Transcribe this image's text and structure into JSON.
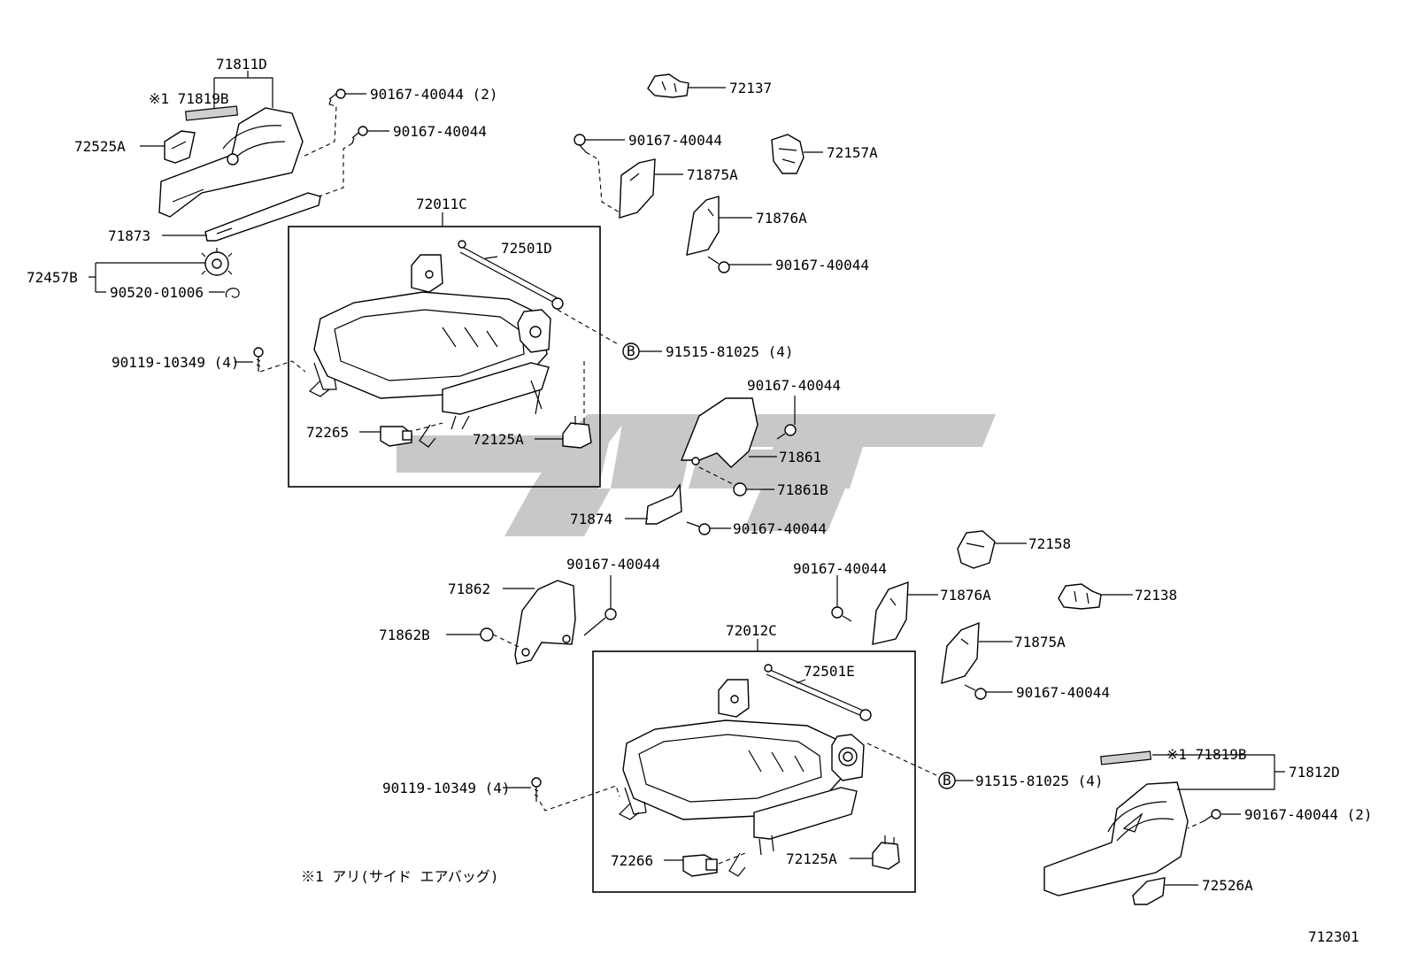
{
  "labels": {
    "p71811D": "71811D",
    "p71819B_top": "※1 71819B",
    "p72525A": "72525A",
    "p90167_top2": "90167-40044 (2)",
    "p90167_top": "90167-40044",
    "p71873": "71873",
    "p72457B": "72457B",
    "p90520": "90520-01006",
    "p90119_a": "90119-10349 (4)",
    "p72011C": "72011C",
    "p72501D": "72501D",
    "p91515_a": "91515-81025 (4)",
    "p72265": "72265",
    "p72125A_a": "72125A",
    "p72137": "72137",
    "p90167_b": "90167-40044",
    "p72157A": "72157A",
    "p71875A_a": "71875A",
    "p71876A_a": "71876A",
    "p90167_c": "90167-40044",
    "p90167_d": "90167-40044",
    "p71861": "71861",
    "p71861B": "71861B",
    "p71874": "71874",
    "p90167_e": "90167-40044",
    "p72158": "72158",
    "p90167_f": "90167-40044",
    "p71862": "71862",
    "p71862B": "71862B",
    "p90167_g": "90167-40044",
    "p71876A_b": "71876A",
    "p72138": "72138",
    "p71875A_b": "71875A",
    "p90167_h": "90167-40044",
    "p72012C": "72012C",
    "p72501E": "72501E",
    "p91515_b": "91515-81025 (4)",
    "p71819B_bot": "※1 71819B",
    "p71812D": "71812D",
    "p90119_b": "90119-10349 (4)",
    "p90167_bot2": "90167-40044 (2)",
    "p72266": "72266",
    "p72125A_b": "72125A",
    "p72526A": "72526A",
    "note": "※1  アリ(サイド エアバッグ)",
    "diagram_id": "712301",
    "b_mark": "B"
  },
  "colors": {
    "line": "#000000",
    "watermark": "#c8c8c8",
    "background": "#ffffff"
  }
}
